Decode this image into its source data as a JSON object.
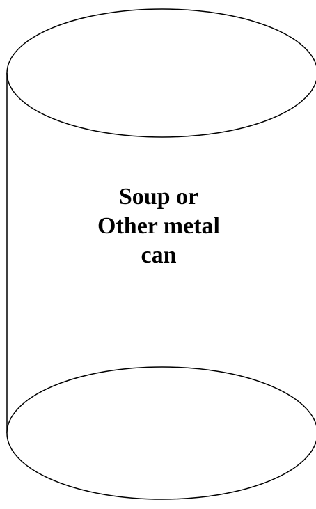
{
  "diagram": {
    "label_lines": [
      "Soup or",
      "Other metal",
      "can"
    ],
    "stroke_color": "#000000",
    "fill_color": "#ffffff"
  }
}
